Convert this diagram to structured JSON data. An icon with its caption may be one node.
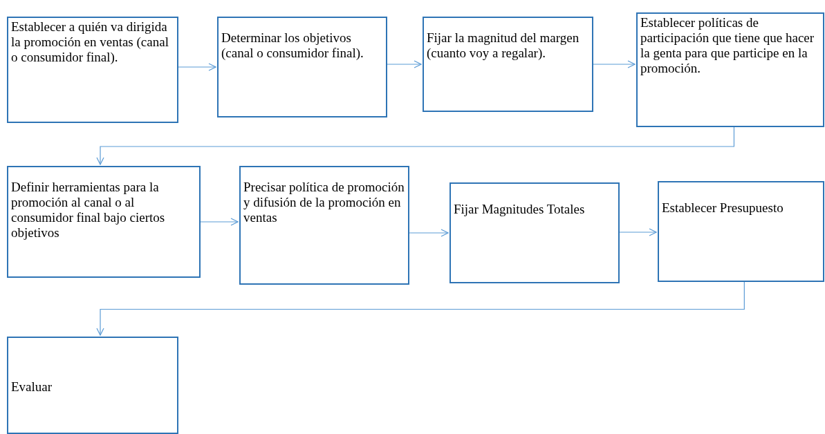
{
  "diagram": {
    "nodes": [
      {
        "text": [
          "Establecer a quién va dirigida la promoción en ventas (canal o consumidor final)."
        ]
      },
      {
        "text": [
          "Determinar los objetivos (canal o consumidor final)."
        ]
      },
      {
        "text": [
          "Fijar la magnitud del margen (cuanto voy a regalar)."
        ]
      },
      {
        "text": [
          "Establecer políticas de participación que tiene que hacer la genta para que participe en la promoción."
        ]
      },
      {
        "text": [
          "Definir herramientas para la promoción al canal o al consumidor final bajo ciertos objetivos"
        ]
      },
      {
        "text": [
          "Precisar política de promoción y difusión de la promoción en ventas"
        ]
      },
      {
        "text": [
          "Fijar Magnitudes Totales"
        ]
      },
      {
        "text": [
          "Establecer Presupuesto"
        ]
      },
      {
        "text": [
          "Evaluar"
        ]
      }
    ],
    "edges": [
      {
        "from": 0,
        "to": 1,
        "arrow": "to"
      },
      {
        "from": 1,
        "to": 2,
        "arrow": "to"
      },
      {
        "from": 2,
        "to": 3,
        "arrow": "to"
      },
      {
        "from": 3,
        "to": 4,
        "arrow": "to"
      },
      {
        "from": 4,
        "to": 5,
        "arrow": "to"
      },
      {
        "from": 5,
        "to": 6,
        "arrow": "to"
      },
      {
        "from": 6,
        "to": 7,
        "arrow": "to"
      },
      {
        "from": 7,
        "to": 8,
        "arrow": "to"
      }
    ]
  }
}
